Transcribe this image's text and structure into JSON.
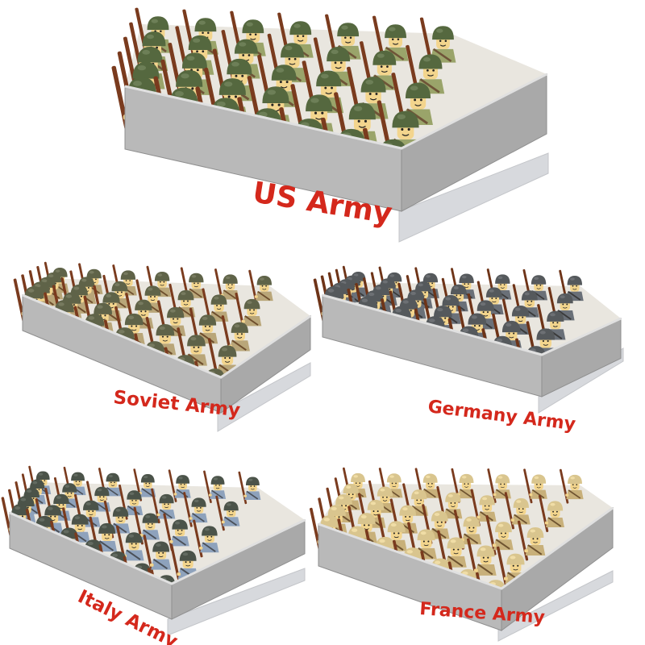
{
  "colors": {
    "label_text": "#d4281c",
    "box_front": "#b9b9b9",
    "box_side": "#a9a9a9",
    "box_rim": "#e0e0e0",
    "baseplate": "#d7d9dd"
  },
  "boxes": [
    {
      "label": "US Army",
      "helmet": "#55683f",
      "uniform": "#9aa46a",
      "strap": "#6f5438",
      "rifle": "#7a3b1e",
      "skin": "#f3d58d"
    },
    {
      "label": "Soviet  Army",
      "helmet": "#5f6348",
      "uniform": "#b9a679",
      "strap": "#6d4d2c",
      "rifle": "#7a3b1e",
      "skin": "#f3d58d"
    },
    {
      "label": "Germany Army",
      "helmet": "#55595c",
      "uniform": "#6a7078",
      "strap": "#3a3a3a",
      "rifle": "#6e3418",
      "skin": "#f3d58d"
    },
    {
      "label": "Italy Army",
      "helmet": "#4b5349",
      "uniform": "#8ea2bc",
      "strap": "#4a4f57",
      "rifle": "#7a3b1e",
      "skin": "#f3d58d"
    },
    {
      "label": "France Army",
      "helmet": "#d9c58e",
      "uniform": "#c8b07a",
      "strap": "#6e5330",
      "rifle": "#7a3b1e",
      "skin": "#f3d58d"
    }
  ]
}
